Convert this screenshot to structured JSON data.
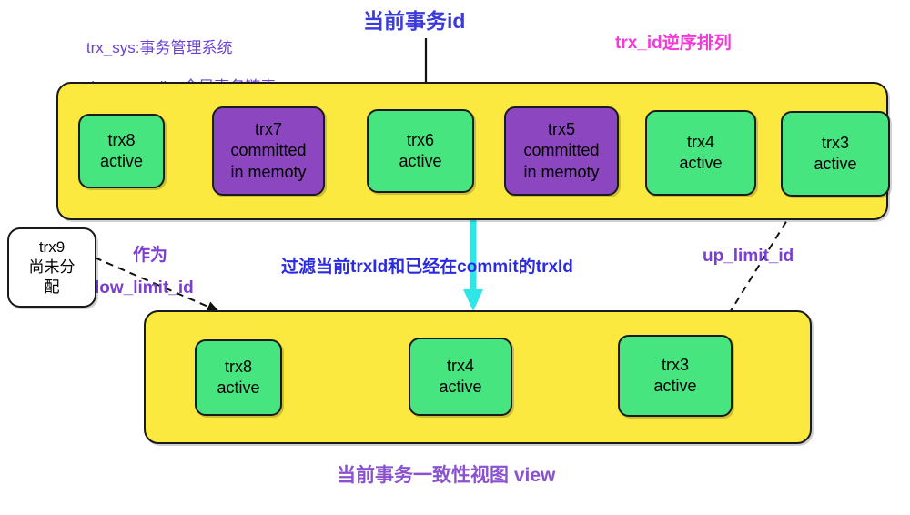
{
  "diagram": {
    "title_note": "MySQL InnoDB trx_sys read view diagram",
    "colors": {
      "container_yellow": "#fbe93f",
      "node_active_green": "#46e57f",
      "node_committed_purple": "#8b46c0",
      "node_unassigned_white": "#ffffff",
      "label_purple": "#6a3fd4",
      "label_blue": "#3b3bdd",
      "label_magenta": "#f13ad9",
      "label_violet": "#7a3fd0",
      "caption_violet": "#8b52d0",
      "arrow_cyan": "#2ee6e6",
      "arrow_black": "#111111"
    }
  },
  "annotations": {
    "trx_sys_line1": "trx_sys:事务管理系统",
    "trx_sys_line2": "|->rw_trx_list 全局事务链表",
    "current_trx_id": "当前事务id",
    "order_note": "trx_id逆序排列",
    "filter_note": "过滤当前trxId和已经在commit的trxId",
    "up_limit_id": "up_limit_id",
    "low_limit_prefix": "作为",
    "low_limit_id": "low_limit_id",
    "view_caption": "当前事务一致性视图 view"
  },
  "global_list": {
    "nodes": [
      {
        "id": "trx8",
        "name": "trx8",
        "status_line1": "active",
        "status_line2": "",
        "state": "active"
      },
      {
        "id": "trx7",
        "name": "trx7",
        "status_line1": "committed",
        "status_line2": "in memoty",
        "state": "committed"
      },
      {
        "id": "trx6",
        "name": "trx6",
        "status_line1": "active",
        "status_line2": "",
        "state": "active"
      },
      {
        "id": "trx5",
        "name": "trx5",
        "status_line1": "committed",
        "status_line2": "in memoty",
        "state": "committed"
      },
      {
        "id": "trx4",
        "name": "trx4",
        "status_line1": "active",
        "status_line2": "",
        "state": "active"
      },
      {
        "id": "trx3",
        "name": "trx3",
        "status_line1": "active",
        "status_line2": "",
        "state": "active"
      }
    ]
  },
  "unassigned_trx": {
    "name": "trx9",
    "line2": "尚未分",
    "line3": "配"
  },
  "view_list": {
    "nodes": [
      {
        "id": "trx8",
        "name": "trx8",
        "status_line1": "active",
        "state": "active"
      },
      {
        "id": "trx4",
        "name": "trx4",
        "status_line1": "active",
        "state": "active"
      },
      {
        "id": "trx3",
        "name": "trx3",
        "status_line1": "active",
        "state": "active"
      }
    ]
  }
}
